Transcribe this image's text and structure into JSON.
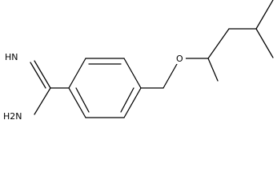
{
  "molecule": {
    "atom_labels": {
      "imine": "HN",
      "amine": "H2N",
      "ether_oxygen": "O"
    }
  }
}
